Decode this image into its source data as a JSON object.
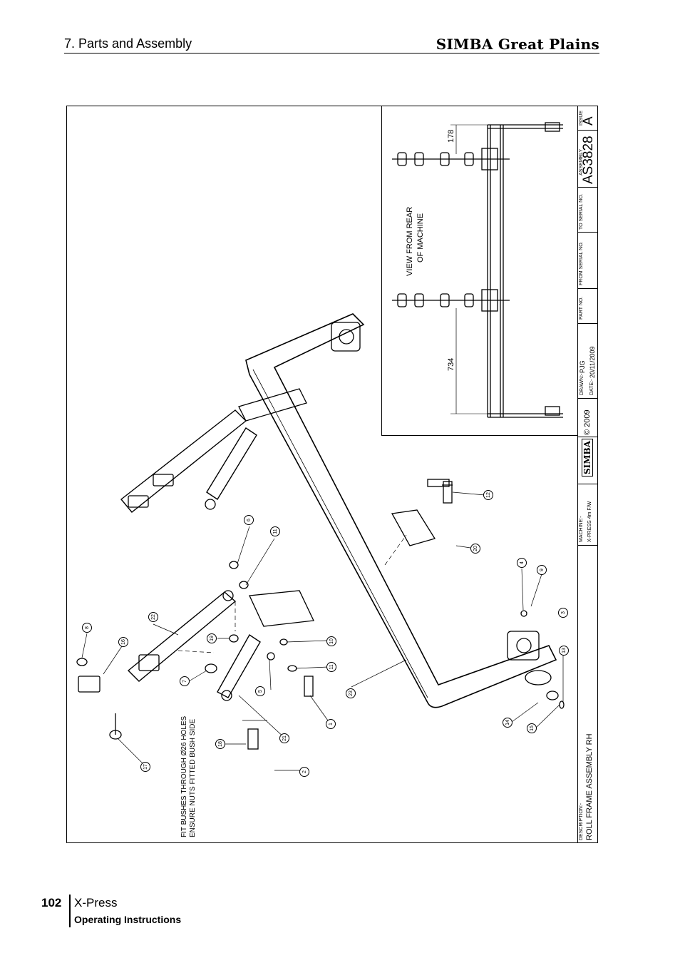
{
  "header": {
    "section_title": "7. Parts and Assembly",
    "brand": "SIMBA Great Plains"
  },
  "inset": {
    "view_label_line1": "VIEW FROM REAR",
    "view_label_line2": "OF MACHINE",
    "dim_top": "178",
    "dim_bottom": "734"
  },
  "title_block": {
    "issue_label": "ISSUE",
    "issue_value": "A",
    "assembly_label": "ASSEMBLY",
    "assembly_value": "AS3828",
    "to_serial_label": "TO SERIAL NO.",
    "from_serial_label": "FROM SERIAL NO.",
    "part_no_label": "PART NO.",
    "drawn_label": "DRAWN:-",
    "drawn_value": "PJG",
    "date_label": "DATE:-",
    "date_value": "20/11/2009",
    "copyright": "© 2009",
    "logo_text": "SIMBA",
    "machine_label": "MACHINE:-",
    "machine_value": "X-PRESS 4m F/W",
    "description_label": "DESCRIPTION:-",
    "description_value": "ROLL FRAME ASSEMBLY RH"
  },
  "notes": {
    "line1": "FIT BUSHES THROUGH Ø26 HOLES",
    "line2": "ENSURE NUTS FITTED BUSH SIDE"
  },
  "callouts": [
    "1",
    "2",
    "3",
    "4",
    "5",
    "6",
    "7",
    "8",
    "9",
    "10",
    "11",
    "11",
    "12",
    "13",
    "14",
    "15",
    "16",
    "17",
    "18",
    "19",
    "20",
    "21",
    "22",
    "23"
  ],
  "footer": {
    "page_number": "102",
    "product": "X-Press",
    "subtitle": "Operating Instructions"
  }
}
